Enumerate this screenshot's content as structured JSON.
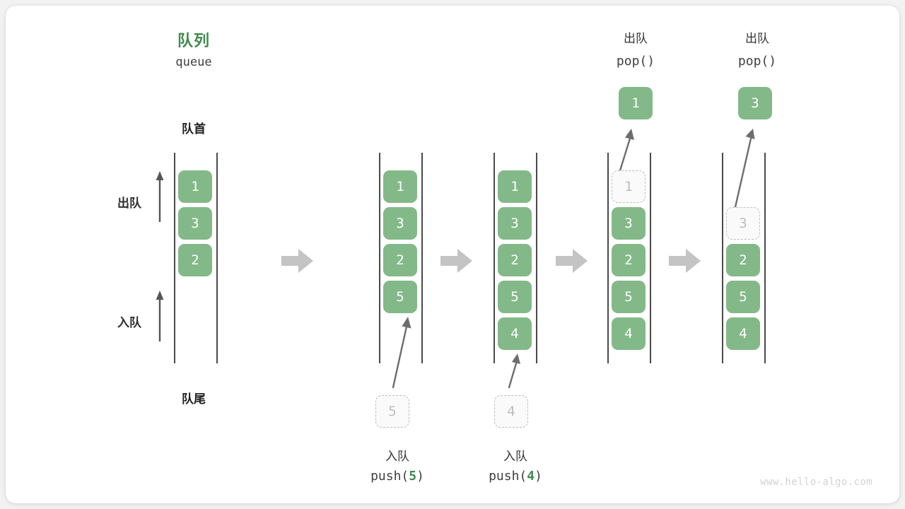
{
  "diagram": {
    "title_cn": "队列",
    "title_en": "queue",
    "front_label": "队首",
    "rear_label": "队尾",
    "dequeue_label": "出队",
    "enqueue_label": "入队",
    "watermark": "www.hello-algo.com",
    "accent_green": "#3f8a4d",
    "cell_green": "#83b988",
    "ghost_grey": "#bdbdbd",
    "rail_grey": "#4a4a4a",
    "arrow_grey": "#c4c4c4"
  },
  "chart_data": {
    "type": "diagram",
    "title": "队列 queue",
    "steps": [
      {
        "id": "initial",
        "caption_cn": "",
        "caption_code": "",
        "cells": [
          {
            "value": "1",
            "state": "filled",
            "slot": 0
          },
          {
            "value": "3",
            "state": "filled",
            "slot": 1
          },
          {
            "value": "2",
            "state": "filled",
            "slot": 2
          }
        ]
      },
      {
        "id": "push5",
        "caption_cn": "入队",
        "caption_code": "push(5)",
        "op_value": "5",
        "cells": [
          {
            "value": "1",
            "state": "filled",
            "slot": 0
          },
          {
            "value": "3",
            "state": "filled",
            "slot": 1
          },
          {
            "value": "2",
            "state": "filled",
            "slot": 2
          },
          {
            "value": "5",
            "state": "filled",
            "slot": 3
          }
        ]
      },
      {
        "id": "push4",
        "caption_cn": "入队",
        "caption_code": "push(4)",
        "op_value": "4",
        "cells": [
          {
            "value": "1",
            "state": "filled",
            "slot": 0
          },
          {
            "value": "3",
            "state": "filled",
            "slot": 1
          },
          {
            "value": "2",
            "state": "filled",
            "slot": 2
          },
          {
            "value": "5",
            "state": "filled",
            "slot": 3
          },
          {
            "value": "4",
            "state": "filled",
            "slot": 4
          }
        ]
      },
      {
        "id": "pop1",
        "caption_cn": "出队",
        "caption_code": "pop()",
        "op_value": "1",
        "cells": [
          {
            "value": "1",
            "state": "ghost",
            "slot": 0
          },
          {
            "value": "3",
            "state": "filled",
            "slot": 1
          },
          {
            "value": "2",
            "state": "filled",
            "slot": 2
          },
          {
            "value": "5",
            "state": "filled",
            "slot": 3
          },
          {
            "value": "4",
            "state": "filled",
            "slot": 4
          }
        ]
      },
      {
        "id": "pop3",
        "caption_cn": "出队",
        "caption_code": "pop()",
        "op_value": "3",
        "cells": [
          {
            "value": "3",
            "state": "ghost",
            "slot": 1
          },
          {
            "value": "2",
            "state": "filled",
            "slot": 2
          },
          {
            "value": "5",
            "state": "filled",
            "slot": 3
          },
          {
            "value": "4",
            "state": "filled",
            "slot": 4
          }
        ]
      }
    ]
  }
}
